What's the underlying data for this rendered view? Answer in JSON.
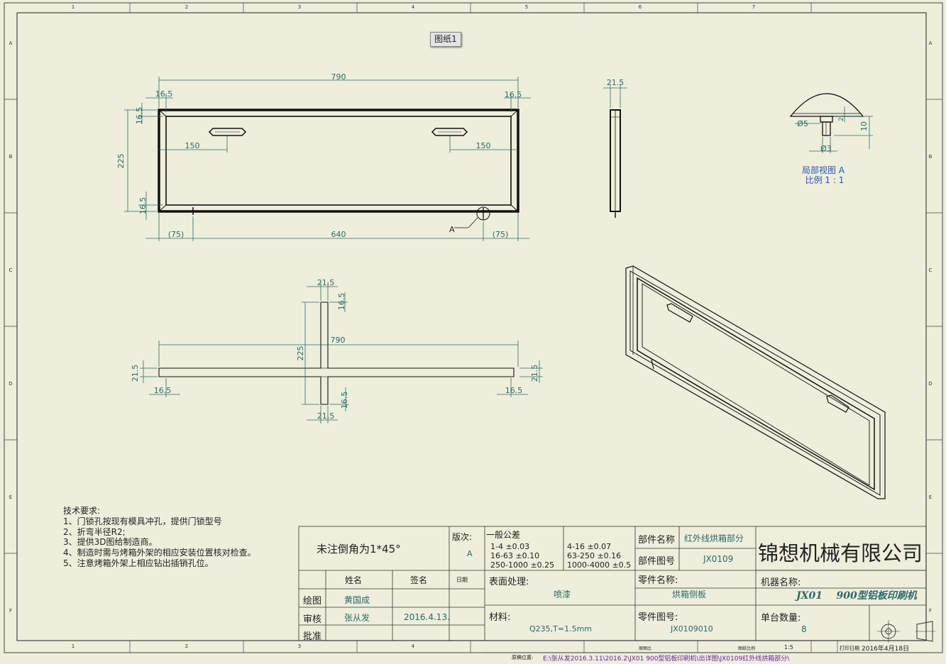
{
  "sheet_tab": "图纸1",
  "border_columns": [
    "1",
    "2",
    "3",
    "4",
    "5",
    "6",
    "7"
  ],
  "border_rows": [
    "A",
    "B",
    "C",
    "D",
    "E",
    "F"
  ],
  "dimensions": {
    "front_width": "790",
    "front_left_margin": "16.5",
    "front_right_margin": "16.5",
    "front_top_margin": "16.5",
    "front_height": "225",
    "front_bottom_margin": "16.5",
    "hole_left_offset": "150",
    "hole_right_offset": "150",
    "bottom_left_ref": "(75)",
    "bottom_span": "640",
    "bottom_right_ref": "(75)",
    "side_thickness": "21.5",
    "flat_top_flange": "21.5",
    "flat_top_tab": "16.5",
    "flat_width": "790",
    "flat_height": "225",
    "flat_left_flange": "21.5",
    "flat_left_tab": "16.5",
    "flat_right_flange": "21.5",
    "flat_right_tab": "16.5",
    "flat_bottom_tab": "16.5",
    "flat_bottom_flange": "21.5",
    "detail_dia_big": "Ø5",
    "detail_dia_small": "Ø3",
    "detail_height": "10",
    "detail_small": "2",
    "callout_letter": "A"
  },
  "detail_view": {
    "title": "局部视图 A",
    "scale": "比例 1 : 1"
  },
  "tech_requirements": {
    "heading": "技术要求:",
    "items": [
      "1、门锁孔按现有模具冲孔，提供门锁型号",
      "2、折弯半径R2;",
      "3、提供3D图给制造商。",
      "4、制造时需与烤箱外架的相应安装位置核对检查。",
      "5、注意烤箱外架上相应钻出插销孔位。"
    ]
  },
  "title_block": {
    "chamfer_note": "未注倒角为1*45°",
    "revision_label": "版次:",
    "revision_value": "A",
    "tolerance_label": "一般公差",
    "tolerances_left": [
      "1-4  ±0.03",
      "16-63  ±0.10",
      "250-1000  ±0.25"
    ],
    "tolerances_right": [
      "4-16  ±0.07",
      "63-250  ±0.16",
      "1000-4000  ±0.5"
    ],
    "part_name_label": "部件名称",
    "part_name_value": "红外线烘箱部分",
    "part_number_label": "部件图号",
    "part_number_value": "JX0109",
    "company": "锦想机械有限公司",
    "col_name": "姓名",
    "col_sign": "签名",
    "col_date": "日期",
    "drawn_label": "绘图",
    "drawn_name": "黄国成",
    "checked_label": "审核",
    "checked_name": "张从发",
    "checked_date": "2016.4.13.",
    "approved_label": "批准",
    "surface_label": "表面处理:",
    "surface_value": "喷漆",
    "material_label": "材料:",
    "material_value": "Q235,T=1.5mm",
    "component_name_label": "零件名称:",
    "component_name_value": "烘箱侧板",
    "component_number_label": "零件图号:",
    "component_number_value": "JX0109010",
    "machine_label": "机器名称:",
    "machine_value": "JX01    900型铝板印刷机",
    "qty_label": "单台数量:",
    "qty_value": "8",
    "footer_left_label": "原图比",
    "footer_scale_label": "图纸比例",
    "footer_scale_value": "1:5",
    "footer_date_label": "打印日期",
    "footer_date": "2016年4月18日",
    "file_path_label": "原稿位置:",
    "file_path": "E:\\张从发2016.3.11\\2016.2\\JX01  900型铝板印刷机\\出详图\\JX0109红外线烘箱部分\\"
  },
  "colors": {
    "paper": "#eeeedc",
    "line": "#222222",
    "dimension": "#2c6a6a",
    "text_blue": "#2a55a8",
    "path_purple": "#6b1fa0"
  }
}
